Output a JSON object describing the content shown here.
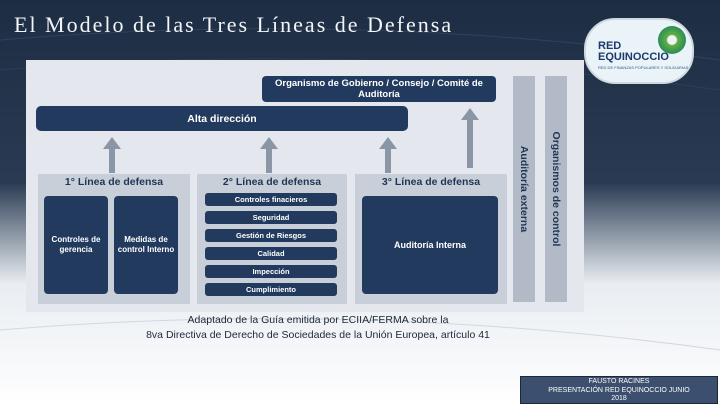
{
  "slide": {
    "title": "El Modelo de las Tres Líneas de   Defensa"
  },
  "logo": {
    "line1": "RED",
    "line2": "EQUINOCCIO",
    "tagline": "RED DE FINANZAS POPULARES Y SOLIDARIAS"
  },
  "diagram": {
    "governing_body": "Organismo de Gobierno / Consejo / Comité de Auditoría",
    "senior_management": "Alta dirección",
    "first_line": {
      "title": "1° Línea de defensa",
      "boxes": [
        "Controles de gerencia",
        "Medidas de control Interno"
      ]
    },
    "second_line": {
      "title": "2° Línea de defensa",
      "items": [
        "Controles finacieros",
        "Seguridad",
        "Gestión de Riesgos",
        "Calidad",
        "Impección",
        "Cumplimiento"
      ]
    },
    "third_line": {
      "title": "3° Línea de defensa",
      "box": "Auditoría Interna"
    },
    "external_audit": "Auditoría externa",
    "control_bodies": "Organismos de control"
  },
  "caption": {
    "line1": "Adaptado de la Guía emitida por ECIIA/FERMA sobre la",
    "line2": "8va Directiva de Derecho de Sociedades de la Unión Europea, artículo 41"
  },
  "footer": {
    "line1": "FAUSTO RACINES",
    "line2": "PRESENTACIÓN RED EQUINOCCIO JUNIO",
    "line3": "2018"
  },
  "colors": {
    "navy": "#223a5e",
    "panel": "#e4e8ee",
    "line_box": "#c8cfd9",
    "arrow": "#8a96a6"
  }
}
